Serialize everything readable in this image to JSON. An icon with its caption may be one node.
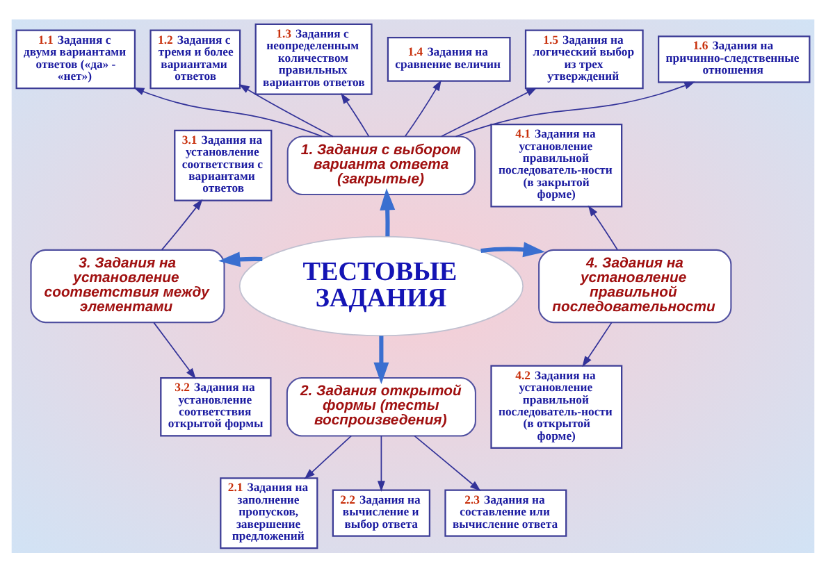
{
  "diagram": {
    "nodes": [
      {
        "text": [
          "1.1 Задания с двумя вариантами ответов («да» - «нет»)"
        ]
      },
      {
        "text": [
          "1.2 Задания с тремя и более вариантами ответов"
        ]
      },
      {
        "text": [
          "1.3 Задания с неопределенным количеством правильных вариантов ответов"
        ]
      },
      {
        "text": [
          "1.4 Задания на сравнение величин"
        ]
      },
      {
        "text": [
          "1.5 Задания на логический выбор из трех утверждений"
        ]
      },
      {
        "text": [
          "1.6 Задания на причинно-следственные отношения"
        ]
      },
      {
        "text": [
          "3.1 Задания на установление соответствия с вариантами ответов"
        ]
      },
      {
        "text": [
          "1. Задания с выбором варианта ответа (закрытые)"
        ]
      },
      {
        "text": [
          "4.1 Задания на установление правильной последователь-ности (в закрытой форме)"
        ]
      },
      {
        "text": [
          "3. Задания на установление соответствия между элементами"
        ]
      },
      {
        "text": [
          "ТЕСТОВЫЕ ЗАДАНИЯ"
        ]
      },
      {
        "text": [
          "4. Задания на установление правильной последовательности"
        ]
      },
      {
        "text": [
          "3.2 Задания на установление соответствия открытой формы"
        ]
      },
      {
        "text": [
          "2. Задания открытой формы (тесты воспроизведения)"
        ]
      },
      {
        "text": [
          "4.2 Задания на установление правильной последователь-ности (в открытой форме)"
        ]
      },
      {
        "text": [
          "2.1 Задания на заполнение пропусков, завершение предложений"
        ]
      },
      {
        "text": [
          "2.2 Задания на вычисление и выбор ответа"
        ]
      },
      {
        "text": [
          "2.3 Задания на составление или вычисление ответа"
        ]
      }
    ],
    "edges": [
      {
        "from": 10,
        "to": 7,
        "arrow": "to",
        "style": "thick",
        "color": "#3a6fd0"
      },
      {
        "from": 10,
        "to": 9,
        "arrow": "to",
        "style": "thick",
        "color": "#3a6fd0"
      },
      {
        "from": 10,
        "to": 11,
        "arrow": "to",
        "style": "thick",
        "color": "#3a6fd0"
      },
      {
        "from": 10,
        "to": 13,
        "arrow": "to",
        "style": "thick",
        "color": "#3a6fd0"
      },
      {
        "from": 7,
        "to": 0,
        "arrow": "to"
      },
      {
        "from": 7,
        "to": 1,
        "arrow": "to"
      },
      {
        "from": 7,
        "to": 2,
        "arrow": "to"
      },
      {
        "from": 7,
        "to": 3,
        "arrow": "to"
      },
      {
        "from": 7,
        "to": 4,
        "arrow": "to"
      },
      {
        "from": 7,
        "to": 5,
        "arrow": "to"
      },
      {
        "from": 9,
        "to": 6,
        "arrow": "to"
      },
      {
        "from": 9,
        "to": 12,
        "arrow": "to"
      },
      {
        "from": 11,
        "to": 8,
        "arrow": "to"
      },
      {
        "from": 11,
        "to": 14,
        "arrow": "to"
      },
      {
        "from": 13,
        "to": 15,
        "arrow": "to"
      },
      {
        "from": 13,
        "to": 16,
        "arrow": "to"
      },
      {
        "from": 13,
        "to": 17,
        "arrow": "to"
      }
    ]
  }
}
